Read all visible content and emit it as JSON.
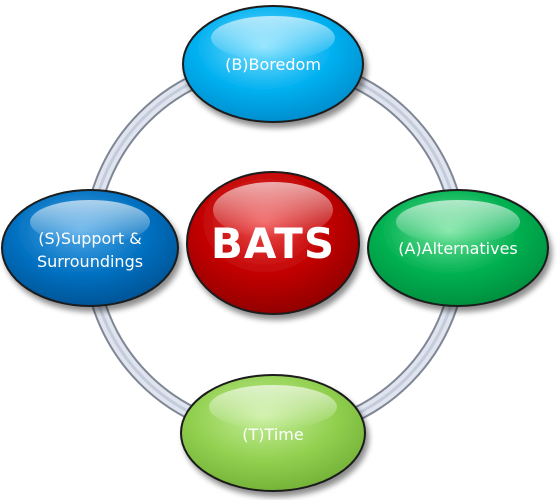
{
  "diagram": {
    "center": {
      "label": "BATS",
      "color": "#c00000"
    },
    "nodes": {
      "boredom": {
        "label": "(B)Boredom",
        "color": "#00b0f0"
      },
      "alternatives": {
        "label": "(A)Alternatives",
        "color": "#00b050"
      },
      "time": {
        "label": "(T)Time",
        "color": "#92d050"
      },
      "support": {
        "label_line1": "(S)Support &",
        "label_line2": "Surroundings",
        "color": "#0070c0"
      }
    }
  }
}
